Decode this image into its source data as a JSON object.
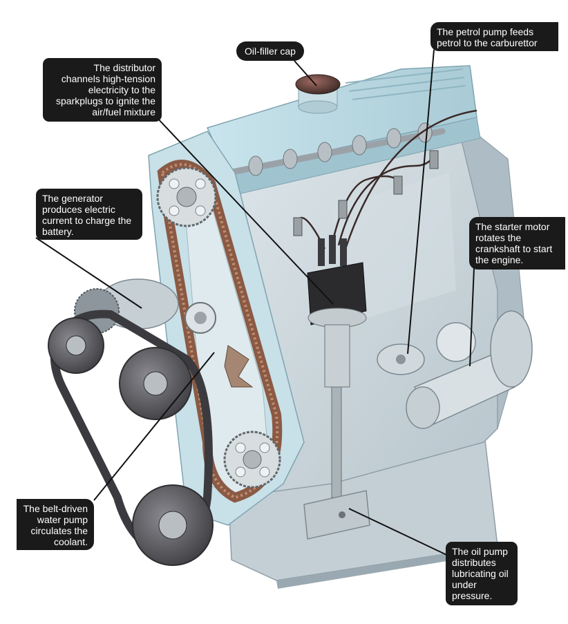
{
  "callouts": {
    "oil_filler_cap": "Oil-filler cap",
    "distributor": "The distributor\nchannels high-tension\nelectricity to the\nsparkplugs to ignite the\nair/fuel mixture",
    "petrol_pump": "The petrol pump feeds\npetrol to the carburettor",
    "generator": "The generator\nproduces electric\ncurrent to charge the\nbattery.",
    "starter_motor": "The starter motor\nrotates the\ncrankshaft to start\nthe engine.",
    "water_pump": "The belt-driven\nwater pump\ncirculates the\ncoolant.",
    "oil_pump": "The oil pump\ndistributes\nlubricating oil\nunder\npressure."
  },
  "colors": {
    "callout_bg": "#1a1a1a",
    "callout_text": "#ffffff",
    "engine_block": "#cfd9de",
    "engine_shadow": "#a9b8c0",
    "head_cover": "#b9d8e2",
    "belt": "#8a5a44",
    "pulley": "#4a4a4e",
    "distributor": "#2b2b2e",
    "leader_line": "#111111"
  },
  "icons": [
    "engine-illustration"
  ]
}
